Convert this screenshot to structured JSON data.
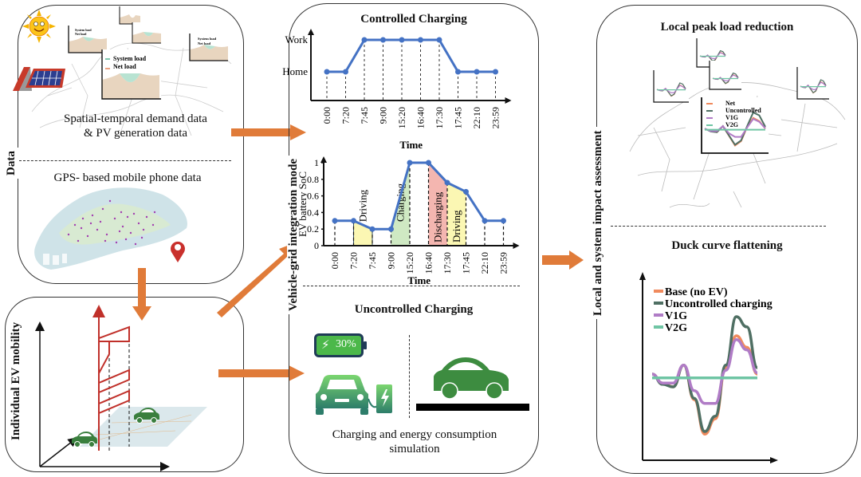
{
  "panels": {
    "data": {
      "side_label": "Data",
      "pv_caption_line1": "Spatial-temporal demand data",
      "pv_caption_line2": "& PV generation data",
      "mini_chart_legend": [
        "System load",
        "Net load"
      ],
      "gps_caption": "GPS- based mobile phone data"
    },
    "mobility": {
      "side_label": "Individual EV mobility"
    },
    "v2g": {
      "side_label": "Vehicle-grid integration mode",
      "controlled_title": "Controlled Charging",
      "uncontrolled_title": "Uncontrolled Charging",
      "battery_label": "30%",
      "sim_caption_line1": "Charging and energy  consumption",
      "sim_caption_line2": "simulation"
    },
    "impact": {
      "side_label": "Local and system impact assessment",
      "peak_title": "Local peak load reduction",
      "peak_mini_legend": [
        "Net",
        "Uncontrolled",
        "V1G",
        "V2G"
      ],
      "duck_title": "Duck curve flattening"
    }
  },
  "colors": {
    "arrow": "#e07b39",
    "line_blue": "#4472c4",
    "driving_fill": "#fbf7b3",
    "charging_fill": "#cfe9c3",
    "discharging_fill": "#f4b6b0",
    "ev_green": "#3a8a3e",
    "pin_red": "#c9302c"
  },
  "chart_data": [
    {
      "type": "line",
      "title": "Controlled Charging",
      "xlabel": "Time",
      "ylabel": "",
      "categories": [
        "0:00",
        "7:20",
        "7:45",
        "9:00",
        "15:20",
        "16:40",
        "17:30",
        "17:45",
        "22:10",
        "23:59"
      ],
      "y_categories": [
        "Home",
        "Work"
      ],
      "values": [
        "Home",
        "Home",
        "Work",
        "Work",
        "Work",
        "Work",
        "Work",
        "Home",
        "Home",
        "Home"
      ]
    },
    {
      "type": "line",
      "title": "",
      "xlabel": "Time",
      "ylabel": "EV battery SoC",
      "categories": [
        "0:00",
        "7:20",
        "7:45",
        "9:00",
        "15:20",
        "16:40",
        "17:30",
        "17:45",
        "22:10",
        "23:59"
      ],
      "values": [
        0.3,
        0.3,
        0.2,
        0.2,
        1.0,
        1.0,
        0.76,
        0.65,
        0.3,
        0.3
      ],
      "ylim": [
        0,
        1
      ],
      "yticks": [
        0,
        0.2,
        0.4,
        0.6,
        0.8,
        1
      ],
      "ytick_labels": [
        "0",
        "0.2",
        "0.4",
        "0.6",
        "0.8",
        "1"
      ],
      "annotations": [
        {
          "label": "Driving",
          "from": "7:20",
          "to": "7:45",
          "kind": "driving"
        },
        {
          "label": "Charging",
          "from": "9:00",
          "to": "15:20",
          "kind": "charging"
        },
        {
          "label": "Discharging",
          "from": "16:40",
          "to": "17:30",
          "kind": "discharging"
        },
        {
          "label": "Driving",
          "from": "17:30",
          "to": "17:45",
          "kind": "driving"
        }
      ]
    },
    {
      "type": "line",
      "title": "Duck curve flattening",
      "xlabel": "",
      "ylabel": "",
      "legend": "top-left",
      "series": [
        {
          "name": "Base (no EV)",
          "color": "#f08a5d",
          "values": [
            0.55,
            0.48,
            0.45,
            0.62,
            0.35,
            0.08,
            0.2,
            0.6,
            0.85,
            0.76,
            0.55
          ]
        },
        {
          "name": "Uncontrolled charging",
          "color": "#4f6f63",
          "values": [
            0.55,
            0.47,
            0.45,
            0.62,
            0.36,
            0.1,
            0.22,
            0.62,
            1.0,
            0.92,
            0.6
          ]
        },
        {
          "name": "V1G",
          "color": "#b07cc6",
          "values": [
            0.55,
            0.48,
            0.48,
            0.62,
            0.42,
            0.32,
            0.32,
            0.58,
            0.82,
            0.74,
            0.56
          ]
        },
        {
          "name": "V2G",
          "color": "#6fc5a4",
          "values": [
            0.52,
            0.52,
            0.52,
            0.52,
            0.52,
            0.52,
            0.52,
            0.52,
            0.52,
            0.52,
            0.52
          ]
        }
      ]
    }
  ]
}
